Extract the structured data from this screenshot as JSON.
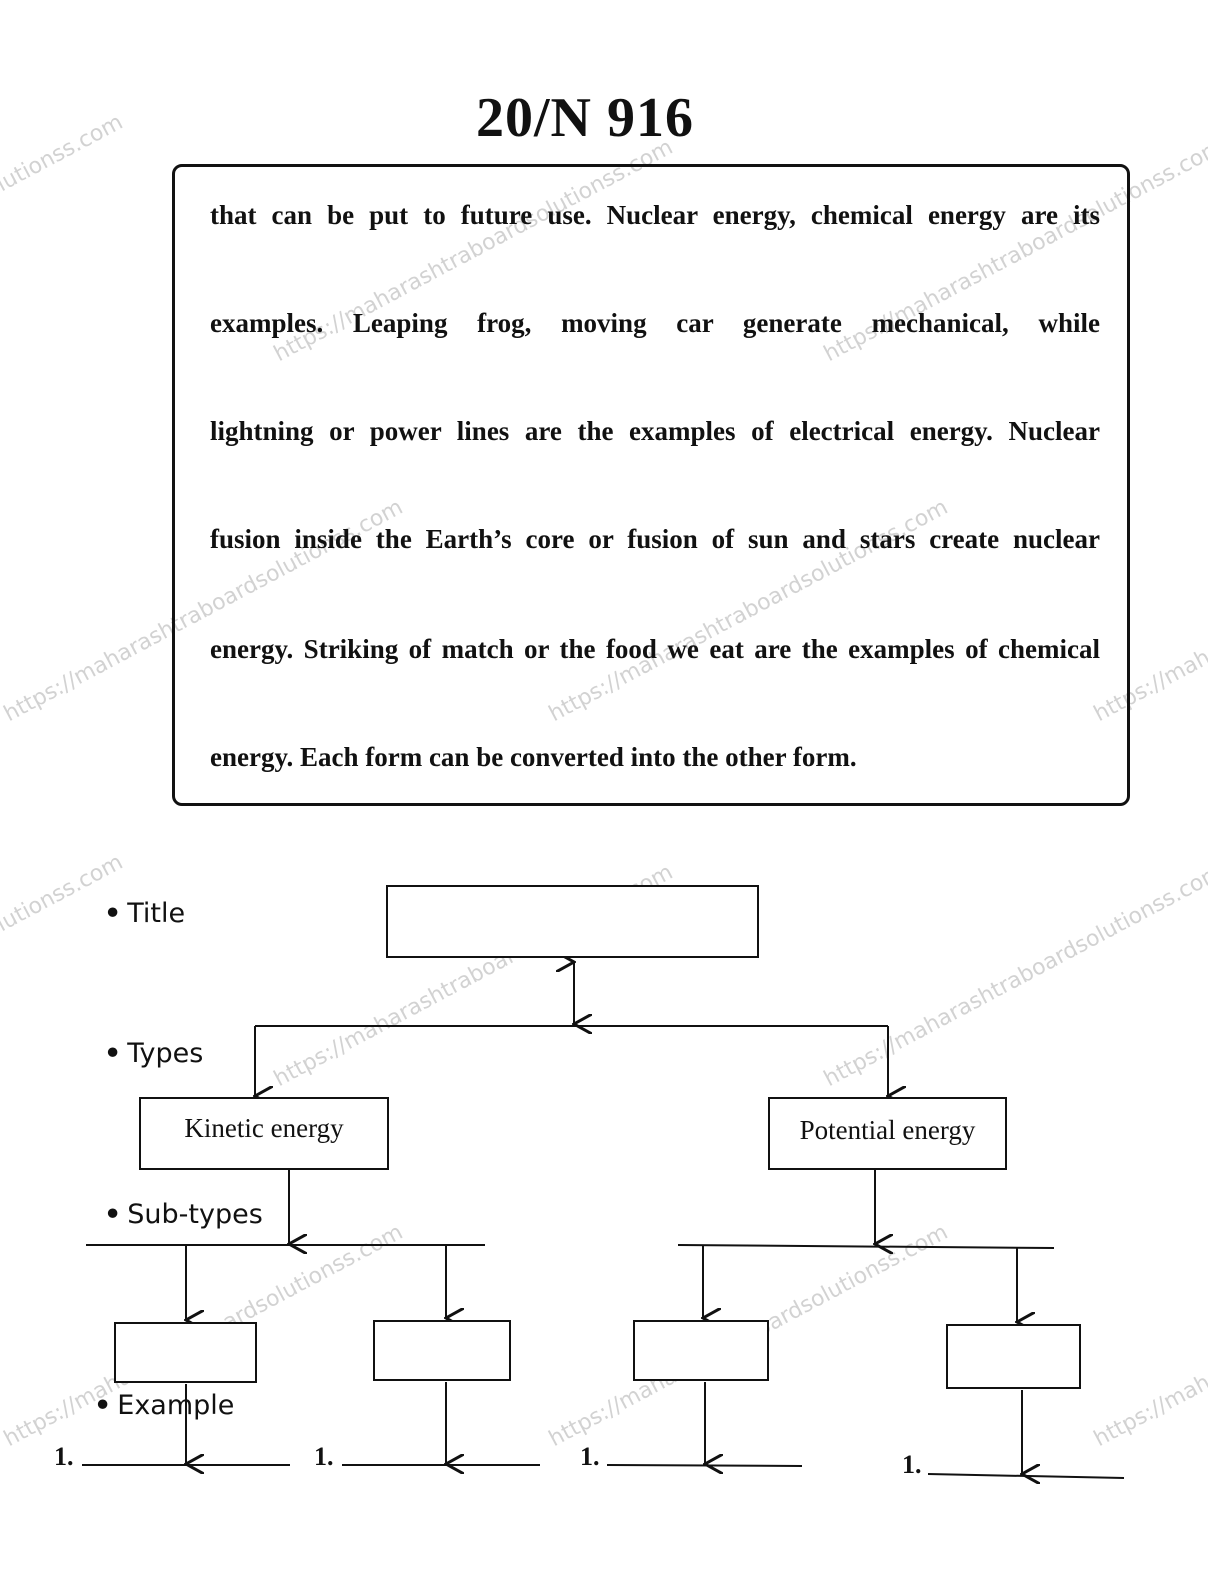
{
  "header": {
    "title": "20/N 916"
  },
  "passage": {
    "lines": [
      "that can be put to future use. Nuclear energy, chemical energy are its",
      "examples. Leaping frog, moving car generate mechanical, while",
      "lightning or power lines are the examples of electrical energy. Nuclear",
      "fusion inside the Earth’s core or fusion of sun and stars create nuclear",
      "energy. Striking of match or the food we eat are the examples of chemical",
      "energy. Each form can be converted into the other form."
    ]
  },
  "diagram": {
    "labels": {
      "title": "Title",
      "types": "Types",
      "subtypes": "Sub-types",
      "example": "Example"
    },
    "types": [
      "Kinetic energy",
      "Potential energy"
    ],
    "example_number": "1."
  },
  "watermark": {
    "text": "https://maharashtraboardsolutionss.com"
  }
}
